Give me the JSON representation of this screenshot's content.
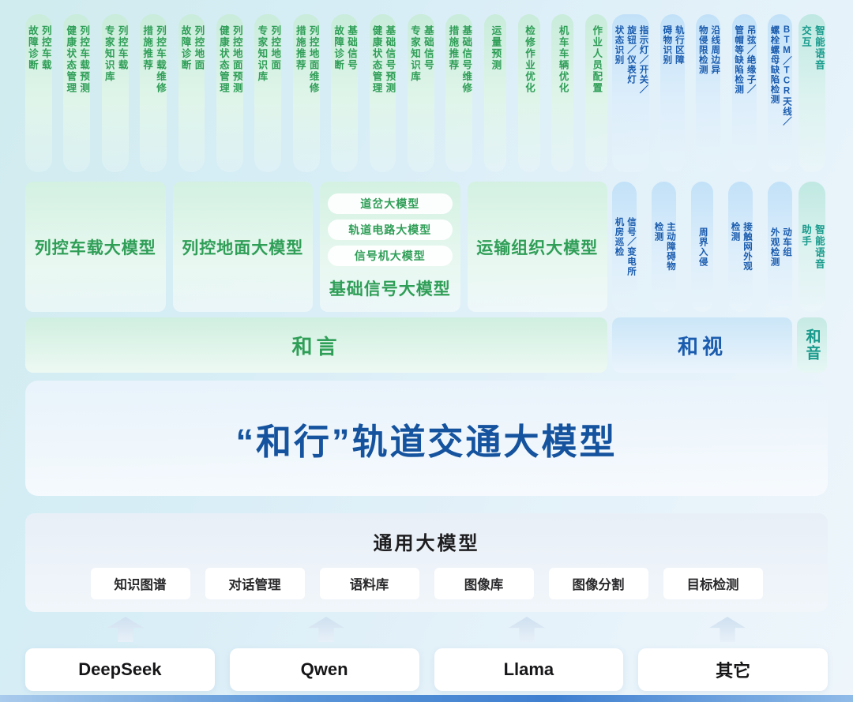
{
  "colors": {
    "green_accent": "#2f9e57",
    "blue_accent": "#1b5cae",
    "teal_accent": "#189a8c",
    "hero_blue": "#15539e"
  },
  "apps": {
    "green": [
      "列控车载\n故障诊断",
      "列控车载预测\n健康状态管理",
      "列控车载\n专家知识库",
      "列控车载维修\n措施推荐",
      "列控地面\n故障诊断",
      "列控地面预测\n健康状态管理",
      "列控地面\n专家知识库",
      "列控地面维修\n措施推荐",
      "基础信号\n故障诊断",
      "基础信号预测\n健康状态管理",
      "基础信号\n专家知识库",
      "基础信号维修\n措施推荐",
      "运量预测",
      "检修作业优化",
      "机车车辆优化",
      "作业人员配置"
    ],
    "blue": [
      "指示灯／开关／\n旋钮／仪表灯\n状态识别",
      "轨行区障\n碍物识别",
      "沿线周边异\n物侵限检测",
      "吊弦／绝缘子／\n管帽等缺陷检测",
      "BTM／TCR天线／\n螺栓螺母缺陷检测"
    ],
    "teal": "智能语音\n交互"
  },
  "models": {
    "green": [
      {
        "label": "列控车载大模型"
      },
      {
        "label": "列控地面大模型"
      },
      {
        "label": "基础信号大模型",
        "sub": [
          "道岔大模型",
          "轨道电路大模型",
          "信号机大模型"
        ]
      },
      {
        "label": "运输组织大模型"
      }
    ],
    "blue": [
      "信号／变电所\n机房巡检",
      "主动障碍物\n检测",
      "周界入侵",
      "接触网外观\n检测",
      "动车组\n外观检测"
    ],
    "teal": "智能语音\n助手"
  },
  "banners": {
    "language": "和言",
    "vision": "和视",
    "audio": "和音"
  },
  "hero": {
    "title": "“和行”轨道交通大模型"
  },
  "general": {
    "title": "通用大模型",
    "pills": [
      "知识图谱",
      "对话管理",
      "语料库",
      "图像库",
      "图像分割",
      "目标检测"
    ]
  },
  "foundation": [
    "DeepSeek",
    "Qwen",
    "Llama",
    "其它"
  ]
}
